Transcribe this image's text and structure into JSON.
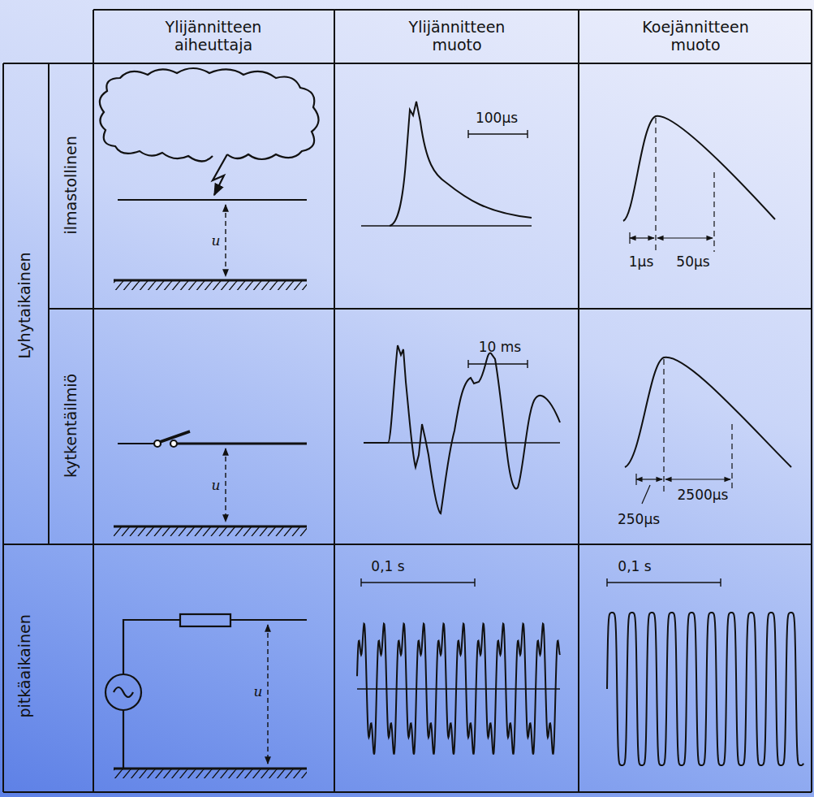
{
  "diagram": {
    "labels": [
      "Ylijännitteen aiheuttaja",
      "Ylijännitteen muoto",
      "Koejännitteen muoto",
      "Lyhytaikainen",
      "ilmastollinen",
      "u",
      "100µs",
      "1µs",
      "50µs",
      "kytkentäilmiö",
      "u",
      "10 ms",
      "2500µs",
      "250µs",
      "pitkäaikainen",
      "u",
      "0,1 s",
      "0,1 s"
    ]
  }
}
